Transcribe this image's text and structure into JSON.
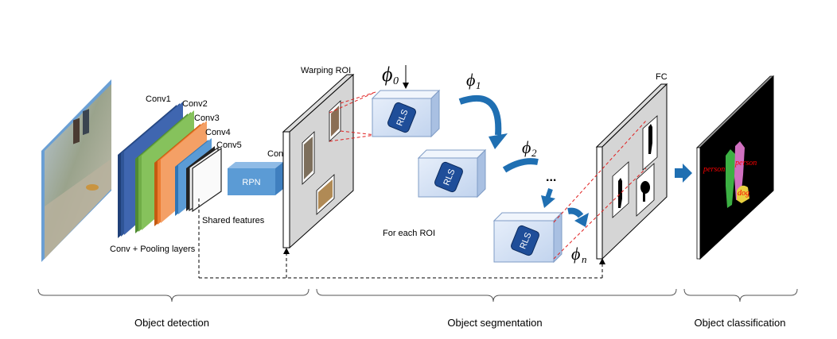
{
  "labels": {
    "conv_layers": [
      "Conv1",
      "Conv2",
      "Conv3",
      "Conv4",
      "Conv5"
    ],
    "conv_pooling": "Conv + Pooling layers",
    "shared_features": "Shared features",
    "conv": "Conv",
    "rpn": "RPN",
    "warping_roi": "Warping ROI",
    "for_each_roi": "For each ROI",
    "fc": "FC",
    "rls": "RLS",
    "ellipsis": "...",
    "phi_sym": "ϕ",
    "phi_subs": [
      "0",
      "1",
      "2",
      "n"
    ]
  },
  "result_labels": {
    "person_a": "person",
    "person_b": "person",
    "dog": "dog"
  },
  "stages": {
    "detection": "Object detection",
    "segmentation": "Object segmentation",
    "classification": "Object classification"
  },
  "colors": {
    "conv1": "#2f5597",
    "conv2": "#70ad47",
    "conv3": "#ed7d31",
    "conv4": "#5b9bd5",
    "rpn": "#5b9bd5",
    "arrow": "#1f6fb2",
    "rls": "#1f4e99",
    "result_red": "#ff0000"
  }
}
